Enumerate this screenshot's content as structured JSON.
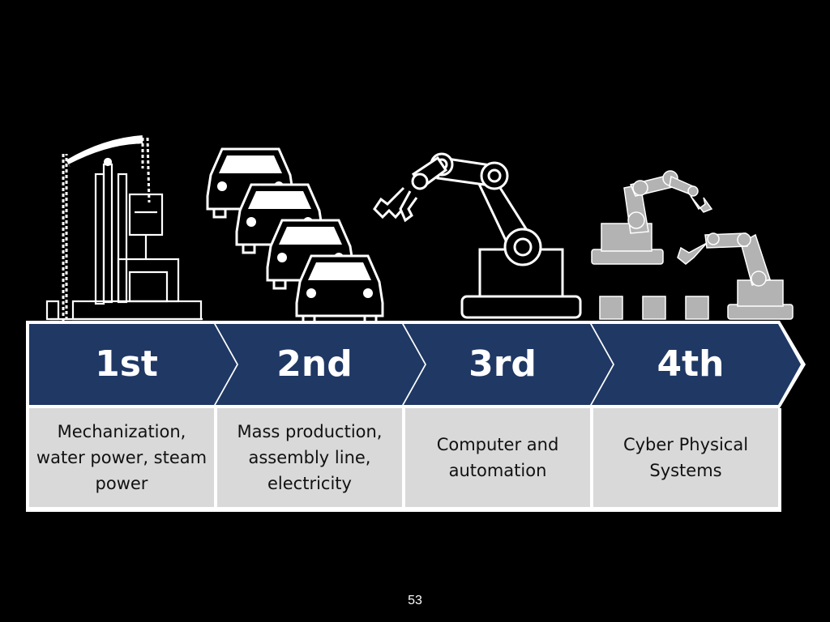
{
  "colors": {
    "background": "#000000",
    "chevron": "#1f3864",
    "outline": "#ffffff",
    "description_box": "#d9d9d9",
    "illustration_white": "#ffffff",
    "illustration_grey": "#b3b3b3"
  },
  "stages": [
    {
      "label": "1st",
      "description": [
        "Mechanization,",
        "water power, steam",
        "power"
      ],
      "icon": "pumpjack-steam-engine-icon"
    },
    {
      "label": "2nd",
      "description": [
        "Mass production,",
        "assembly line,",
        "electricity"
      ],
      "icon": "assembly-line-cars-icon"
    },
    {
      "label": "3rd",
      "description": [
        "Computer and",
        "automation"
      ],
      "icon": "robot-arm-icon"
    },
    {
      "label": "4th",
      "description": [
        "Cyber Physical",
        "Systems"
      ],
      "icon": "cyber-physical-robots-icon"
    }
  ],
  "page_number": "53"
}
